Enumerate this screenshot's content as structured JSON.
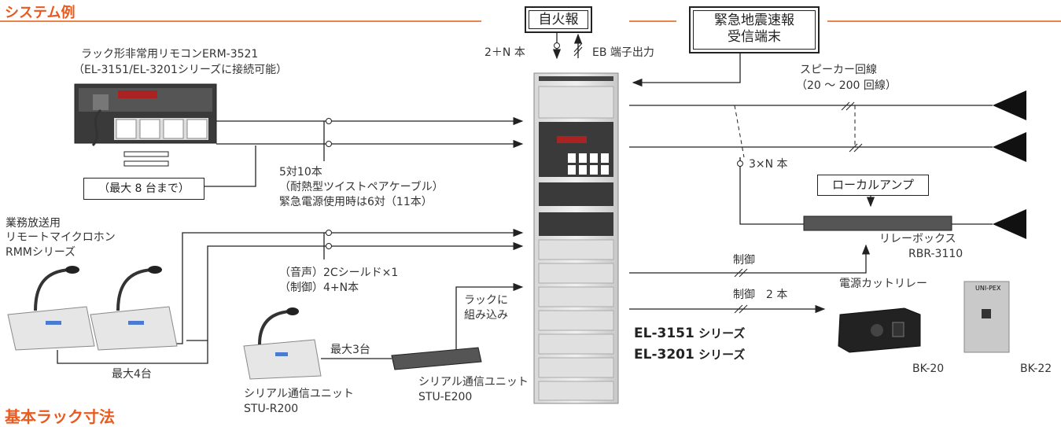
{
  "titles": {
    "system_example": "システム例",
    "basic_rack": "基本ラック寸法"
  },
  "boxes": {
    "fire_alarm": "自火報",
    "eq_line1": "緊急地震速報",
    "eq_line2": "受信端末",
    "local_amp": "ローカルアンプ"
  },
  "labels": {
    "n_wires": "2＋N 本",
    "eb_out": "EB 端子出力",
    "erm_line1": "ラック形非常用リモコンERM-3521",
    "erm_line2": "（EL-3151/EL-3201シリーズに接続可能）",
    "max8": "（最大 8 台まで）",
    "cable1": "5対10本",
    "cable2": "（耐熱型ツイストペアケーブル）",
    "cable3": "緊急電源使用時は6対（11本）",
    "rmm1": "業務放送用",
    "rmm2": "リモートマイクロホン",
    "rmm3": "RMMシリーズ",
    "audio": "（音声）2Cシールド×1",
    "ctrl": "（制御）4+N本",
    "max4": "最大4台",
    "max3": "最大3台",
    "rack_in1": "ラックに",
    "rack_in2": "組み込み",
    "stu_r1": "シリアル通信ユニット",
    "stu_r2": "STU-R200",
    "stu_e1": "シリアル通信ユニット",
    "stu_e2": "STU-E200",
    "sp1": "スピーカー回線",
    "sp2": "（20 ～ 200 回線）",
    "three_n": "3×N 本",
    "relay1": "リレーボックス",
    "relay2": "RBR-3110",
    "control": "制御",
    "control2": "制御　2 本",
    "power_cut": "電源カットリレー",
    "bk20": "BK-20",
    "bk22": "BK-22"
  },
  "series": {
    "s1_model": "EL-3151",
    "s1_suffix": "シリーズ",
    "s2_model": "EL-3201",
    "s2_suffix": "シリーズ"
  },
  "device_text": {
    "unipex": "UNI-PEX"
  },
  "colors": {
    "accent": "#e85a1e",
    "rule": "#e8844c"
  }
}
